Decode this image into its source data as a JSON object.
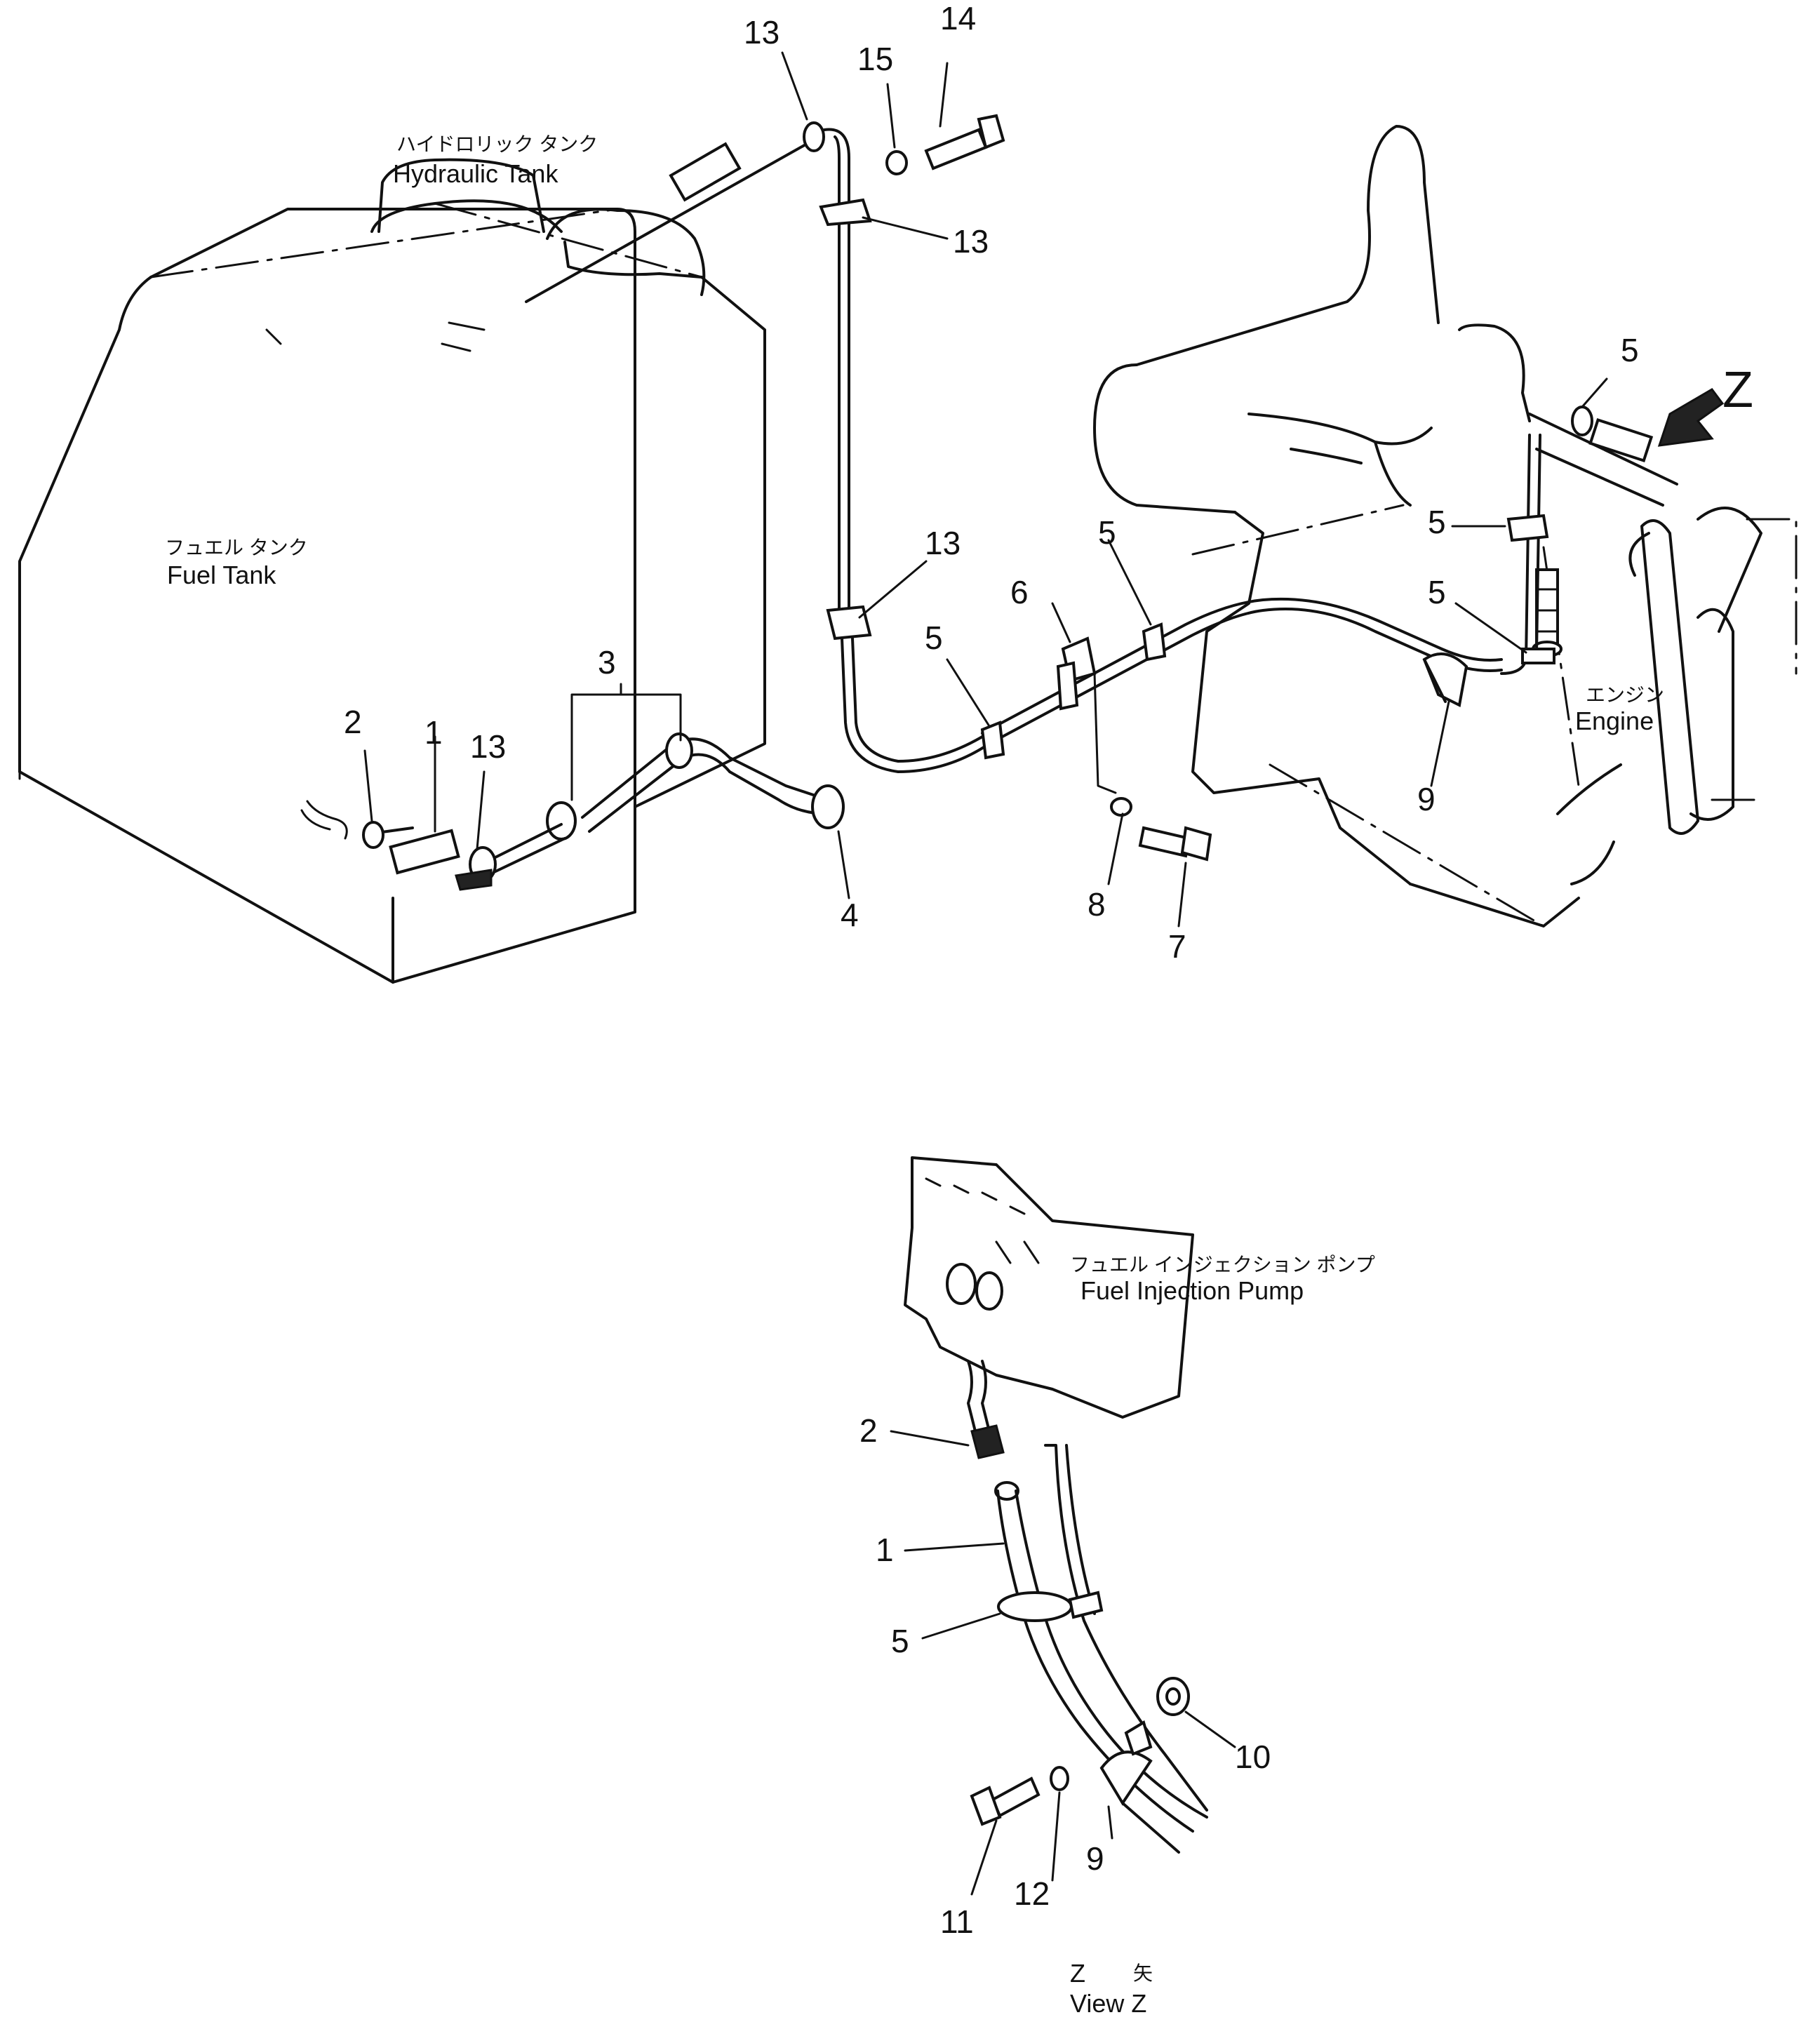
{
  "labels": {
    "hydraulic_tank_jp": "ハイドロリック タンク",
    "hydraulic_tank_en": "Hydraulic Tank",
    "fuel_tank_jp": "フュエル タンク",
    "fuel_tank_en": "Fuel Tank",
    "engine_jp": "エンジン",
    "engine_en": "Engine",
    "pump_jp": "フュエル インジェクション ポンプ",
    "pump_en": "Fuel Injection Pump",
    "view_letter": "Z",
    "view_jp": "矢",
    "view_en": "View Z",
    "arrow_letter": "Z"
  },
  "callouts": {
    "top_13a": "13",
    "top_14": "14",
    "top_15": "15",
    "top_13b": "13",
    "mid_13c": "13",
    "mid_5a": "5",
    "mid_6": "6",
    "mid_5b": "5",
    "mid_5c": "5",
    "mid_5d": "5",
    "mid_5e": "5",
    "mid_3": "3",
    "mid_2": "2",
    "mid_1": "1",
    "mid_13d": "13",
    "mid_4": "4",
    "mid_8": "8",
    "mid_7": "7",
    "mid_9": "9",
    "low_2": "2",
    "low_1": "1",
    "low_5": "5",
    "low_10": "10",
    "low_9": "9",
    "low_12": "12",
    "low_11": "11"
  }
}
